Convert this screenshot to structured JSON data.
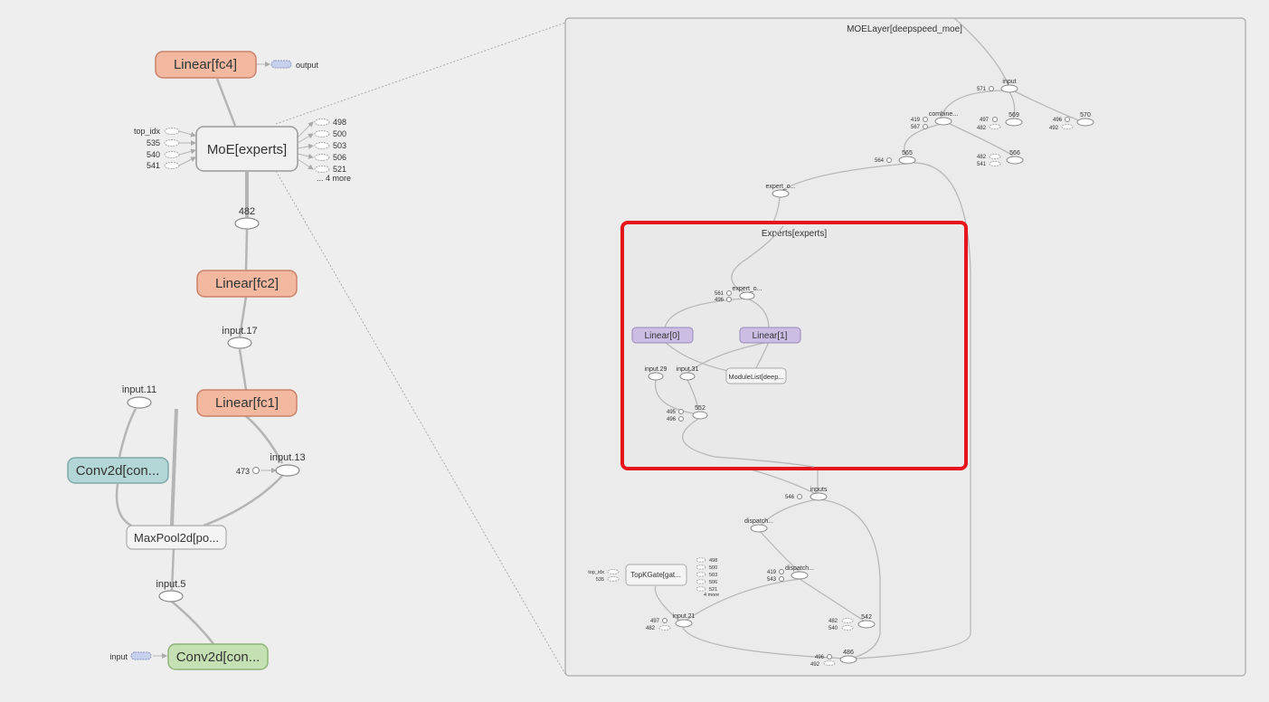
{
  "left": {
    "fc4": "Linear[fc4]",
    "output": "output",
    "moe": "MoE[experts]",
    "in_top_idx": "top_idx",
    "in_535": "535",
    "in_540": "540",
    "in_541": "541",
    "out_498": "498",
    "out_500": "500",
    "out_503": "503",
    "out_506": "506",
    "out_521": "521",
    "out_more": "... 4 more",
    "n482": "482",
    "fc2": "Linear[fc2]",
    "input17": "input.17",
    "fc1": "Linear[fc1]",
    "input11": "input.11",
    "conv_a": "Conv2d[con...",
    "input13": "input.13",
    "n473": "473",
    "maxpool": "MaxPool2d[po...",
    "input5": "input.5",
    "input": "input",
    "conv_b": "Conv2d[con..."
  },
  "right": {
    "title": "MOELayer[deepspeed_moe]",
    "input": "input",
    "n571": "571",
    "combine": "combine...",
    "n419a": "419",
    "n567": "567",
    "n497a": "497",
    "n482a": "482",
    "n569": "569",
    "n496a": "496",
    "n492a": "492",
    "n570": "570",
    "n565": "565",
    "n564": "564",
    "n566": "566",
    "n482b": "482",
    "n541": "541",
    "expert_o": "expert_o...",
    "experts_title": "Experts[experts]",
    "expert_o2": "expert_o...",
    "n561": "561",
    "n496b": "496",
    "linear0": "Linear[0]",
    "linear1": "Linear[1]",
    "input29": "input.29",
    "input31": "input.31",
    "modulelist": "ModuleList[deep...",
    "n552": "552",
    "n495": "495",
    "n496c": "496",
    "inputs": "inputs",
    "n546": "546",
    "dispatch1": "dispatch...",
    "topk": "TopKGate[gat...",
    "top_idx": "top_idx",
    "n535": "535",
    "o498": "498",
    "o500": "500",
    "o503": "503",
    "o506": "506",
    "o521": "521",
    "omore": "4 more",
    "n419b": "419",
    "n543": "543",
    "dispatch2": "dispatch...",
    "input21": "input.21",
    "n497b": "497",
    "n482c": "482",
    "n482d": "482",
    "n540": "540",
    "n542": "542",
    "n486": "486",
    "n496d": "496",
    "n492b": "492"
  },
  "colors": {
    "linear_fill": "#f2b9a0",
    "linear_stroke": "#c9826a",
    "conv_a_fill": "#b3d6d6",
    "conv_a_stroke": "#7fa9a9",
    "conv_b_fill": "#c5e0b3",
    "conv_b_stroke": "#8fb37a",
    "purple_fill": "#cbbde3",
    "purple_stroke": "#9988bb",
    "highlight": "#e8141c",
    "edge": "#aaaaaa"
  }
}
